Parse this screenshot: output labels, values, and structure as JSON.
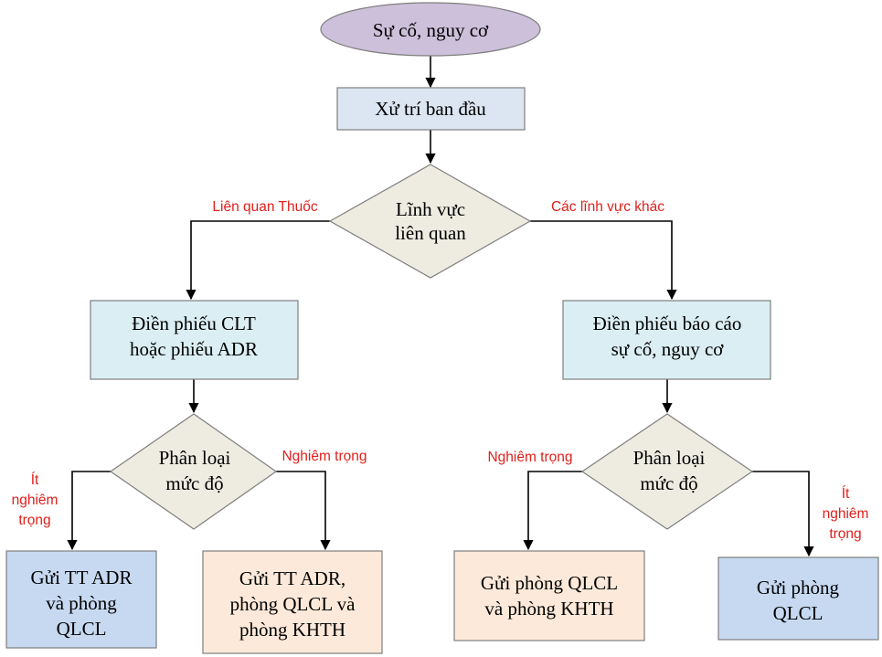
{
  "colors": {
    "start_fill": "#ccc0da",
    "process_fill": "#dce6f2",
    "process_light_fill": "#dbeef4",
    "decision_fill": "#eeece1",
    "peach_fill": "#fde9d9",
    "blue_fill": "#c6d9f1",
    "stroke": "#7f7f7f",
    "label": "#e0201b"
  },
  "nodes": {
    "start": [
      "Sự cố, nguy cơ"
    ],
    "initial": [
      "Xử trí ban đầu"
    ],
    "domain": [
      "Lĩnh vực",
      "liên quan"
    ],
    "drug_form": [
      "Điền phiếu CLT",
      "hoặc phiếu ADR"
    ],
    "incident_form": [
      "Điền phiếu báo cáo",
      "sự cố, nguy cơ"
    ],
    "classify_left": [
      "Phân loại",
      "mức độ"
    ],
    "classify_right": [
      "Phân loại",
      "mức độ"
    ],
    "send_adr_qlcl": [
      "Gửi TT ADR",
      "và phòng",
      "QLCL"
    ],
    "send_adr_qlcl_khth": [
      "Gửi TT ADR,",
      "phòng QLCL và",
      "phòng KHTH"
    ],
    "send_qlcl_khth": [
      "Gửi phòng QLCL",
      "và phòng KHTH"
    ],
    "send_qlcl": [
      "Gửi phòng",
      "QLCL"
    ]
  },
  "edge_labels": {
    "drug_related": [
      "Liên quan Thuốc"
    ],
    "other_domains": [
      "Các lĩnh vực khác"
    ],
    "serious_left": [
      "Nghiêm trọng"
    ],
    "minor_left": [
      "Ít",
      "nghiêm",
      "trọng"
    ],
    "serious_right": [
      "Nghiêm trọng"
    ],
    "minor_right": [
      "Ít",
      "nghiêm",
      "trọng"
    ]
  }
}
